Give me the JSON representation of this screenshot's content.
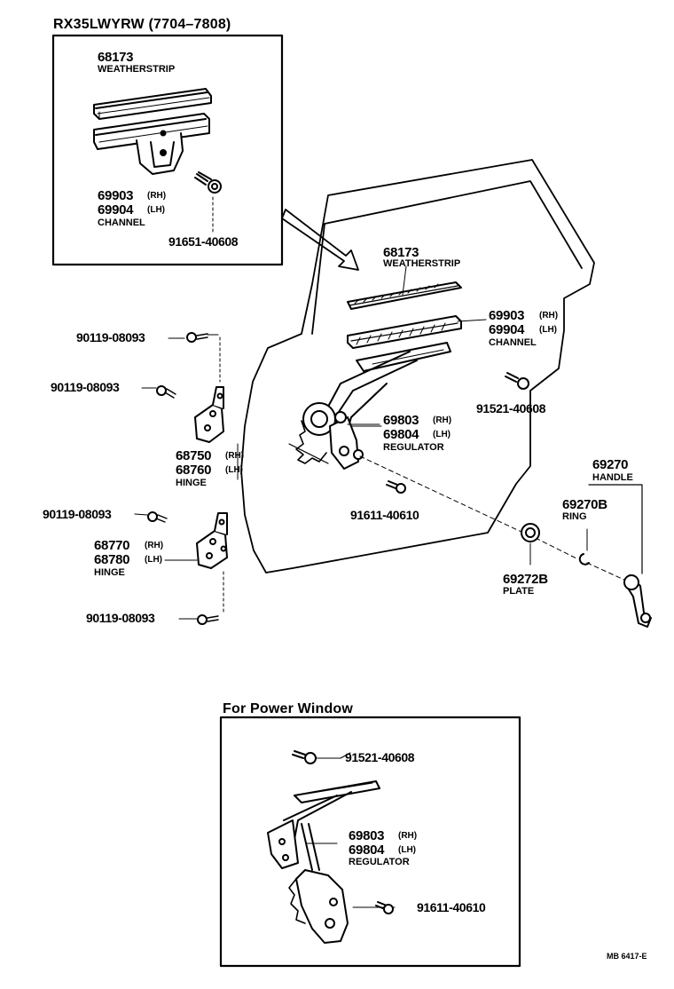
{
  "title": "RX35LWYRW (7704–7808)",
  "inset_top": {
    "weatherstrip": {
      "part": "68173",
      "name": "WEATHERSTRIP"
    },
    "channel": {
      "part_rh": "69903",
      "rh": "(RH)",
      "part_lh": "69904",
      "lh": "(LH)",
      "name": "CHANNEL"
    },
    "bolt": "91651-40608"
  },
  "main": {
    "weatherstrip": {
      "part": "68173",
      "name": "WEATHERSTRIP"
    },
    "channel": {
      "part_rh": "69903",
      "rh": "(RH)",
      "part_lh": "69904",
      "lh": "(LH)",
      "name": "CHANNEL"
    },
    "bolt_channel": "91521-40608",
    "regulator": {
      "part_rh": "69803",
      "rh": "(RH)",
      "part_lh": "69804",
      "lh": "(LH)",
      "name": "REGULATOR"
    },
    "bolt_regulator": "91611-40610",
    "bolt_1": "90119-08093",
    "bolt_2": "90119-08093",
    "upper_hinge": {
      "part_rh": "68750",
      "rh": "(RH)",
      "part_lh": "68760",
      "lh": "(LH)",
      "name": "HINGE"
    },
    "bolt_3": "90119-08093",
    "lower_hinge": {
      "part_rh": "68770",
      "rh": "(RH)",
      "part_lh": "68780",
      "lh": "(LH)",
      "name": "HINGE"
    },
    "bolt_4": "90119-08093",
    "handle": {
      "part": "69270",
      "name": "HANDLE"
    },
    "ring": {
      "part": "69270B",
      "name": "RING"
    },
    "plate": {
      "part": "69272B",
      "name": "PLATE"
    }
  },
  "power_window": {
    "title": "For Power Window",
    "bolt_channel": "91521-40608",
    "regulator": {
      "part_rh": "69803",
      "rh": "(RH)",
      "part_lh": "69804",
      "lh": "(LH)",
      "name": "REGULATOR"
    },
    "bolt_regulator": "91611-40610"
  },
  "footer_code": "MB 6417-E"
}
